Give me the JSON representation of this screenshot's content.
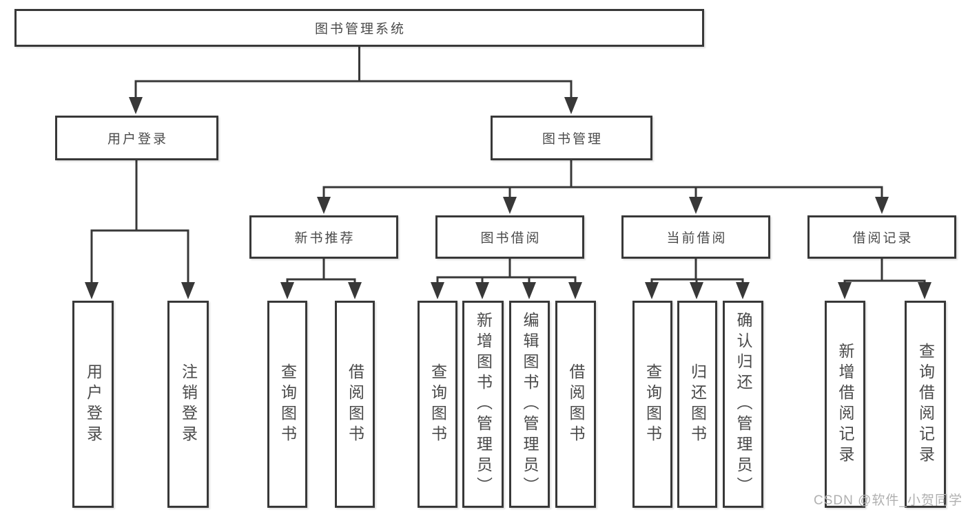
{
  "diagram": {
    "title": "图书管理系统",
    "nodes": [
      {
        "id": "system",
        "label": "图书管理系统",
        "level": 1,
        "parent": null
      },
      {
        "id": "user-login",
        "label": "用户登录",
        "level": 2,
        "parent": "system"
      },
      {
        "id": "book-management",
        "label": "图书管理",
        "level": 2,
        "parent": "system"
      },
      {
        "id": "new-book-recommend",
        "label": "新书推荐",
        "level": 3,
        "parent": "book-management"
      },
      {
        "id": "book-borrow",
        "label": "图书借阅",
        "level": 3,
        "parent": "book-management"
      },
      {
        "id": "current-borrow",
        "label": "当前借阅",
        "level": 3,
        "parent": "book-management"
      },
      {
        "id": "borrow-record",
        "label": "借阅记录",
        "level": 3,
        "parent": "book-management"
      },
      {
        "id": "leaf-user-login",
        "label": "用户登录",
        "level": 4,
        "parent": "user-login"
      },
      {
        "id": "leaf-logout",
        "label": "注销登录",
        "level": 4,
        "parent": "user-login"
      },
      {
        "id": "leaf-query-book-1",
        "label": "查询图书",
        "level": 4,
        "parent": "new-book-recommend"
      },
      {
        "id": "leaf-borrow-book-1",
        "label": "借阅图书",
        "level": 4,
        "parent": "new-book-recommend"
      },
      {
        "id": "leaf-query-book-2",
        "label": "查询图书",
        "level": 4,
        "parent": "book-borrow"
      },
      {
        "id": "leaf-add-book",
        "label": "新增图书（管理员）",
        "level": 4,
        "parent": "book-borrow"
      },
      {
        "id": "leaf-edit-book",
        "label": "编辑图书（管理员）",
        "level": 4,
        "parent": "book-borrow"
      },
      {
        "id": "leaf-borrow-book-2",
        "label": "借阅图书",
        "level": 4,
        "parent": "book-borrow"
      },
      {
        "id": "leaf-query-book-3",
        "label": "查询图书",
        "level": 4,
        "parent": "current-borrow"
      },
      {
        "id": "leaf-return-book",
        "label": "归还图书",
        "level": 4,
        "parent": "current-borrow"
      },
      {
        "id": "leaf-confirm-return",
        "label": "确认归还（管理员）",
        "level": 4,
        "parent": "current-borrow"
      },
      {
        "id": "leaf-add-borrow-record",
        "label": "新增借阅记录",
        "level": 4,
        "parent": "borrow-record"
      },
      {
        "id": "leaf-query-borrow-record",
        "label": "查询借阅记录",
        "level": 4,
        "parent": "borrow-record"
      }
    ],
    "colors": {
      "line": "#383838",
      "box_border": "#383838",
      "box_background": "#ffffff",
      "text": "#4a4a4a",
      "watermark": "#b0b0b0"
    }
  },
  "watermark": "CSDN @软件_小贺同学"
}
